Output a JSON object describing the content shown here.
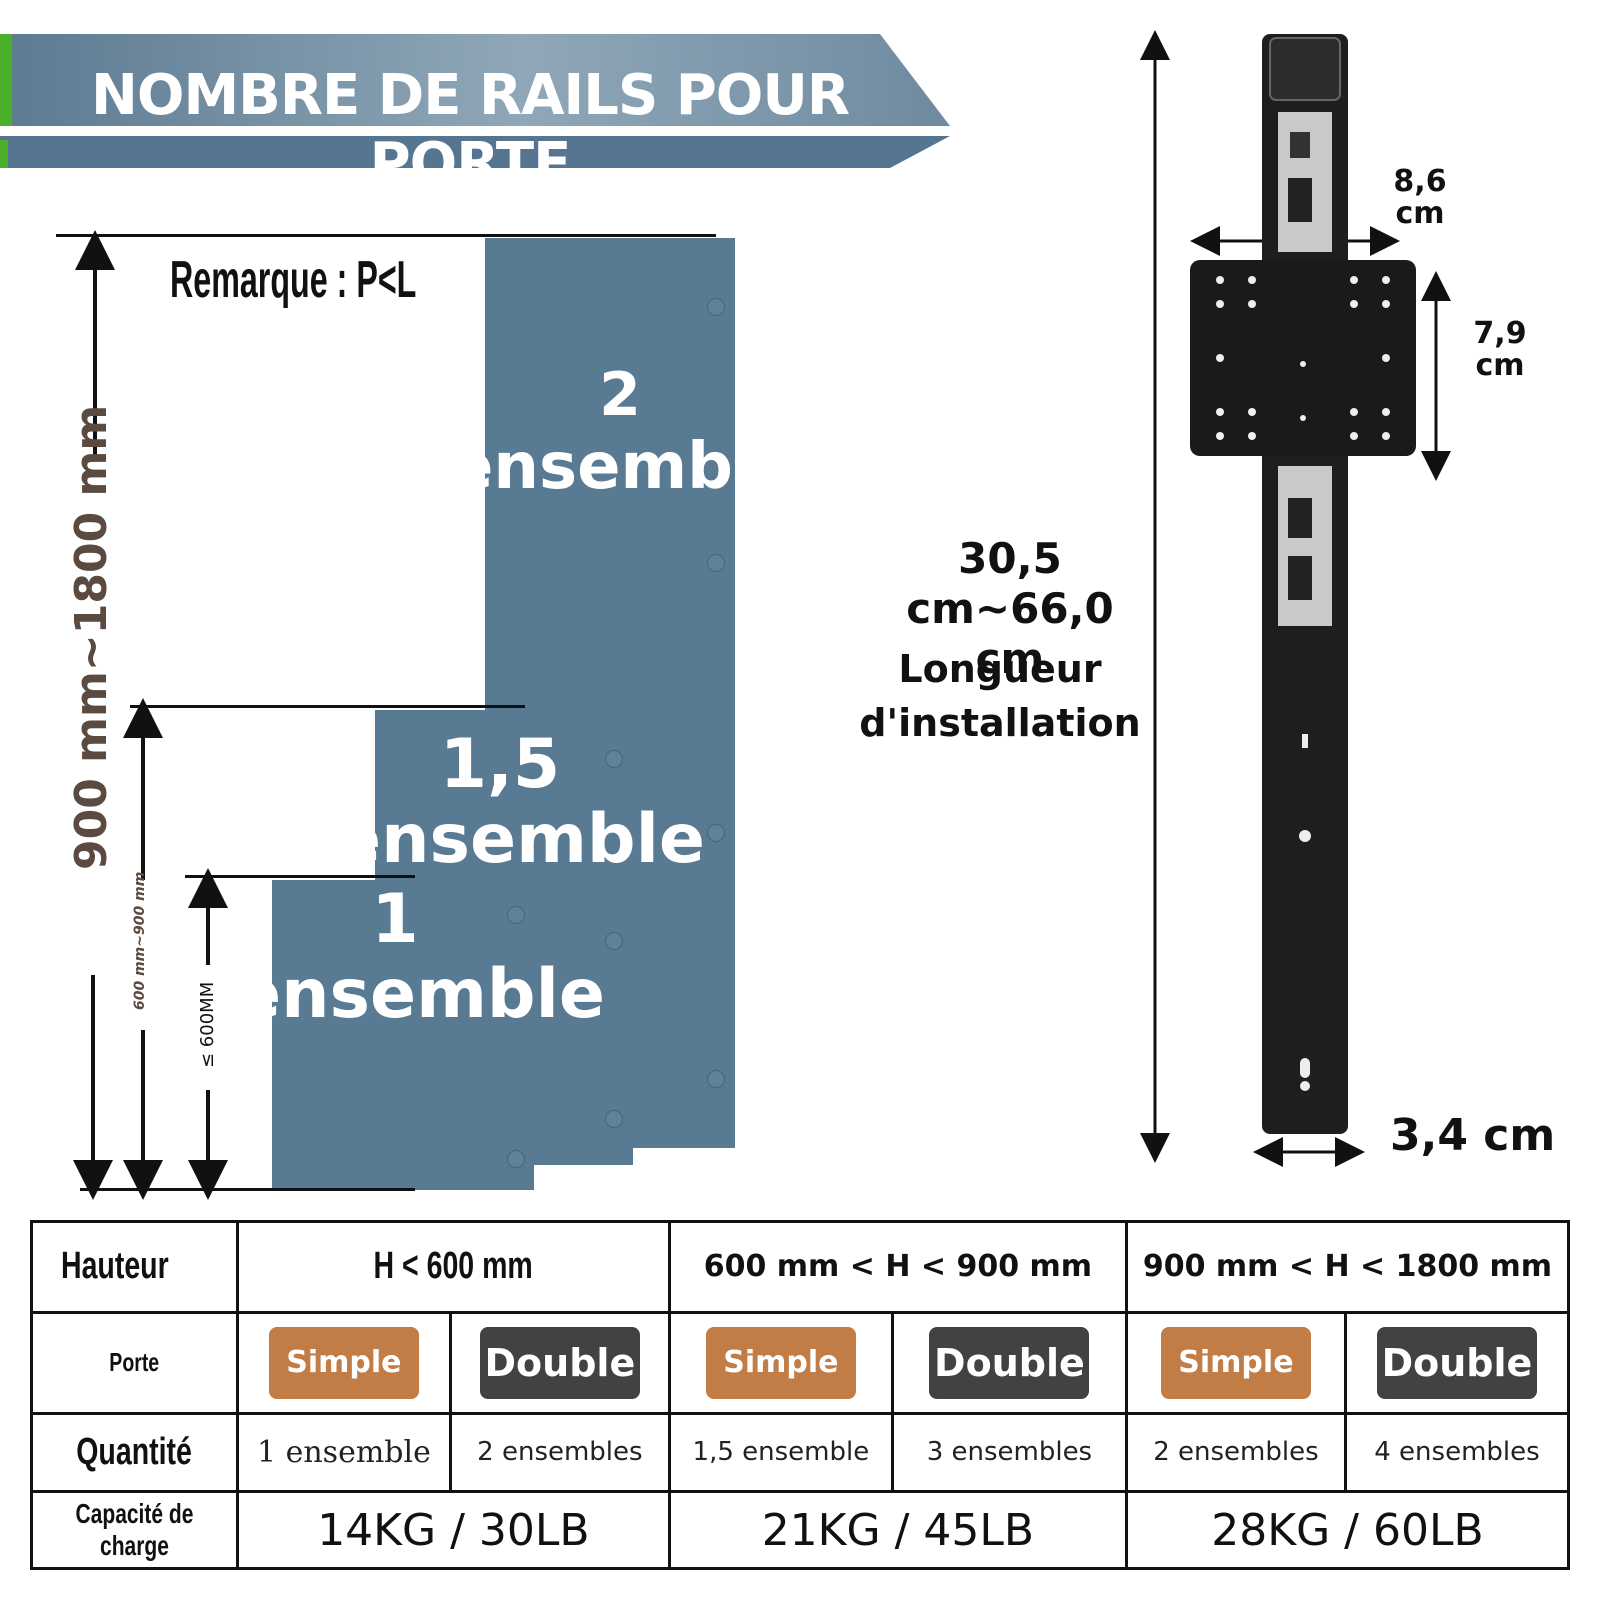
{
  "banner": {
    "title": "NOMBRE DE RAILS POUR PORTE"
  },
  "note": "Remarque : P<L",
  "panels": {
    "large": {
      "num": "2",
      "word": "ensemble"
    },
    "medium": {
      "num": "1,5",
      "word": "ensemble"
    },
    "small": {
      "num": "1",
      "word": "ensemble"
    }
  },
  "height_labels": {
    "large": "900 mm~1800 mm",
    "medium": "600 mm~900 mm",
    "small": "≤ 600MM"
  },
  "rail": {
    "width": "8,6 cm",
    "plate_height": "7,9 cm",
    "length": "30,5 cm~66,0 cm",
    "length_caption": "Longueur d'installation",
    "thickness": "3,4 cm"
  },
  "table": {
    "headers": [
      "Hauteur",
      "H < 600 mm",
      "600 mm < H < 900 mm",
      "900 mm < H < 1800 mm"
    ],
    "door_label": "Porte",
    "single": "Simple",
    "double": "Double",
    "qty_label": "Quantité",
    "quantities": [
      "1 ensemble",
      "2 ensembles",
      "1,5 ensemble",
      "3 ensembles",
      "2 ensembles",
      "4 ensembles"
    ],
    "load_label": "Capacité de charge",
    "loads": [
      "14KG / 30LB",
      "21KG / 45LB",
      "28KG / 60LB"
    ]
  },
  "colors": {
    "panel": "#587a92",
    "banner": "#567590",
    "banner_accent": "#4caf2a",
    "single_pill": "#c27c45",
    "double_pill": "#424242"
  }
}
